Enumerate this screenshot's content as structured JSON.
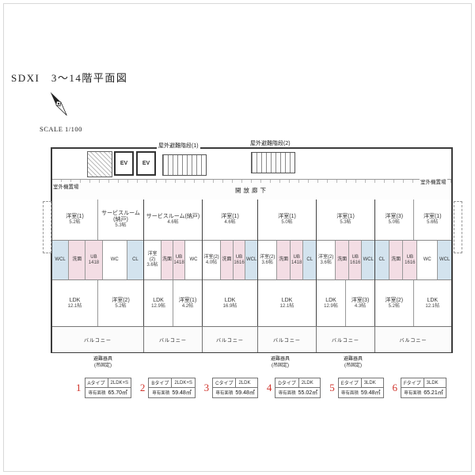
{
  "header": {
    "title": "SDXI　3〜14階平面図",
    "scale": "SCALE 1/100"
  },
  "colors": {
    "legend_number": "#d0342c",
    "wet_area_fill": "#f3dde4",
    "closet_fill": "#d3e3ee"
  },
  "plan": {
    "stair1": "屋外避難階段(1)",
    "stair2": "屋外避難階段(2)",
    "corridor": "開放廊下",
    "out_left": "室外機置場",
    "out_right": "室外機置場",
    "ev1": "EV",
    "ev2": "EV",
    "evac_l1": "避難器具",
    "evac_l2": "(吊固定)",
    "units": [
      {
        "no": "1",
        "top": [
          {
            "label": "洋室(1)",
            "size": "5.2帖"
          },
          {
            "label": "サービスルーム(納戸)",
            "size": "5.3帖"
          }
        ],
        "mid": [
          {
            "label": "WCL",
            "c": "b"
          },
          {
            "label": "洗面",
            "c": "p"
          },
          {
            "label": "UB",
            "size": "1418",
            "c": "p"
          },
          {
            "label": "WC"
          },
          {
            "label": "CL",
            "c": "b"
          }
        ],
        "bottom": [
          {
            "label": "LDK",
            "size": "12.1帖"
          },
          {
            "label": "洋室(2)",
            "size": "5.2帖"
          }
        ],
        "balcony": "バルコニー"
      },
      {
        "no": "2",
        "top": [
          {
            "label": "サービスルーム(納戸)",
            "size": "4.6帖"
          }
        ],
        "mid": [
          {
            "label": "洋室(2)",
            "size": "3.6帖"
          },
          {
            "label": "洗面",
            "c": "p"
          },
          {
            "label": "UB",
            "size": "1418",
            "c": "p"
          },
          {
            "label": "WC"
          }
        ],
        "bottom": [
          {
            "label": "LDK",
            "size": "12.9帖"
          },
          {
            "label": "洋室(1)",
            "size": "4.2帖"
          }
        ],
        "balcony": "バルコニー"
      },
      {
        "no": "3",
        "top": [
          {
            "label": "洋室(1)",
            "size": "4.6帖"
          }
        ],
        "mid": [
          {
            "label": "洋室(2)",
            "size": "4.0帖"
          },
          {
            "label": "洗面",
            "c": "p"
          },
          {
            "label": "UB",
            "size": "1616",
            "c": "p"
          },
          {
            "label": "WCL",
            "c": "b"
          }
        ],
        "bottom": [
          {
            "label": "LDK",
            "size": "16.9帖"
          }
        ],
        "balcony": "バルコニー"
      },
      {
        "no": "4",
        "top": [
          {
            "label": "洋室(1)",
            "size": "5.0帖"
          }
        ],
        "mid": [
          {
            "label": "洋室(2)",
            "size": "3.6帖"
          },
          {
            "label": "洗面",
            "c": "p"
          },
          {
            "label": "UB",
            "size": "1418",
            "c": "p"
          },
          {
            "label": "CL",
            "c": "b"
          }
        ],
        "bottom": [
          {
            "label": "LDK",
            "size": "12.1帖"
          }
        ],
        "balcony": "バルコニー"
      },
      {
        "no": "5",
        "top": [
          {
            "label": "洋室(1)",
            "size": "5.3帖"
          }
        ],
        "mid": [
          {
            "label": "洋室(2)",
            "size": "3.6帖"
          },
          {
            "label": "洗面",
            "c": "p"
          },
          {
            "label": "UB",
            "size": "1616",
            "c": "p"
          },
          {
            "label": "WCL",
            "c": "b"
          }
        ],
        "bottom": [
          {
            "label": "LDK",
            "size": "12.9帖"
          },
          {
            "label": "洋室(3)",
            "size": "4.3帖"
          }
        ],
        "balcony": "バルコニー"
      },
      {
        "no": "6",
        "top": [
          {
            "label": "洋室(3)",
            "size": "5.0帖"
          },
          {
            "label": "洋室(1)",
            "size": "5.6帖"
          }
        ],
        "mid": [
          {
            "label": "CL",
            "c": "b"
          },
          {
            "label": "洗面",
            "c": "p"
          },
          {
            "label": "UB",
            "size": "1616",
            "c": "p"
          },
          {
            "label": "WC"
          },
          {
            "label": "WCL",
            "c": "b"
          }
        ],
        "bottom": [
          {
            "label": "洋室(2)",
            "size": "5.2帖"
          },
          {
            "label": "LDK",
            "size": "12.1帖"
          }
        ],
        "balcony": "バルコニー"
      }
    ]
  },
  "legend": {
    "area_label": "専有面積",
    "items": [
      {
        "no": "1",
        "type": "Aタイプ",
        "plan": "2LDK+S",
        "area": "65.70㎡"
      },
      {
        "no": "2",
        "type": "Bタイプ",
        "plan": "2LDK+S",
        "area": "59.48㎡"
      },
      {
        "no": "3",
        "type": "Cタイプ",
        "plan": "2LDK",
        "area": "59.48㎡"
      },
      {
        "no": "4",
        "type": "Dタイプ",
        "plan": "2LDK",
        "area": "55.02㎡"
      },
      {
        "no": "5",
        "type": "Eタイプ",
        "plan": "3LDK",
        "area": "59.48㎡"
      },
      {
        "no": "6",
        "type": "Fタイプ",
        "plan": "3LDK",
        "area": "65.21㎡"
      }
    ]
  }
}
